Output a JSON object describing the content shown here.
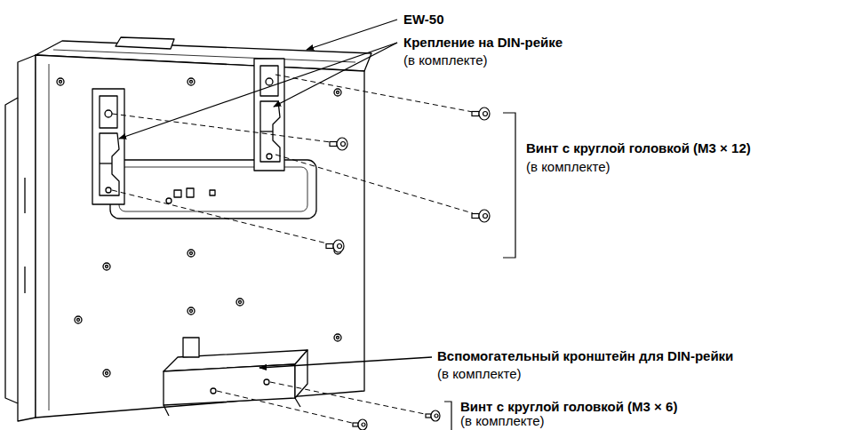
{
  "diagram": {
    "labels": [
      "EW-50",
      "Крепление на DIN-рейке",
      "(в комплекте)",
      "Винт с круглой головкой (M3 × 12)",
      "(в комплекте)",
      "Вспомогательный кронштейн для DIN-рейки",
      "(в комплекте)",
      "Винт с круглой головкой (M3 × 6)",
      "(в комплекте)"
    ]
  }
}
